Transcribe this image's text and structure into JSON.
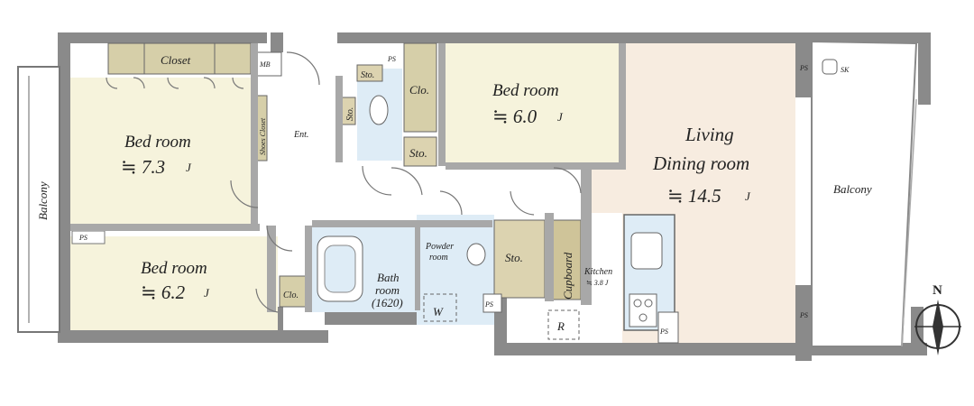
{
  "rooms": {
    "bed1": {
      "name": "Bed room",
      "size": "≒ 7.3",
      "unit": "J"
    },
    "bed2": {
      "name": "Bed room",
      "size": "≒ 6.0",
      "unit": "J"
    },
    "bed3": {
      "name": "Bed room",
      "size": "≒ 6.2",
      "unit": "J"
    },
    "ldk": {
      "line1": "Living",
      "line2": "Dining room",
      "size": "≒ 14.5",
      "unit": "J"
    },
    "kitchen": {
      "name": "Kitchen",
      "size": "≒ 3.8 J"
    },
    "bath": {
      "line1": "Bath",
      "line2": "room",
      "line3": "(1620)"
    },
    "powder": {
      "line1": "Powder",
      "line2": "room"
    }
  },
  "labels": {
    "closet": "Closet",
    "mb": "MB",
    "ps": "PS",
    "sto": "Sto.",
    "clo": "Clo.",
    "ent": "Ent.",
    "shoes_closet": "Shoes Closet",
    "cupboard": "Cupboard",
    "balcony": "Balcony",
    "sk": "SK",
    "w": "W",
    "r": "R",
    "north": "N"
  },
  "colors": {
    "wall": "#8a8a8a",
    "bedroom_floor": "#f6f3dc",
    "living_floor": "#f7ece0",
    "wet_floor": "#deecf6",
    "hall_floor": "#ffffff",
    "closet": "#d6cfa9",
    "storage": "#dcd3b0",
    "cupboard": "#cfc499"
  }
}
